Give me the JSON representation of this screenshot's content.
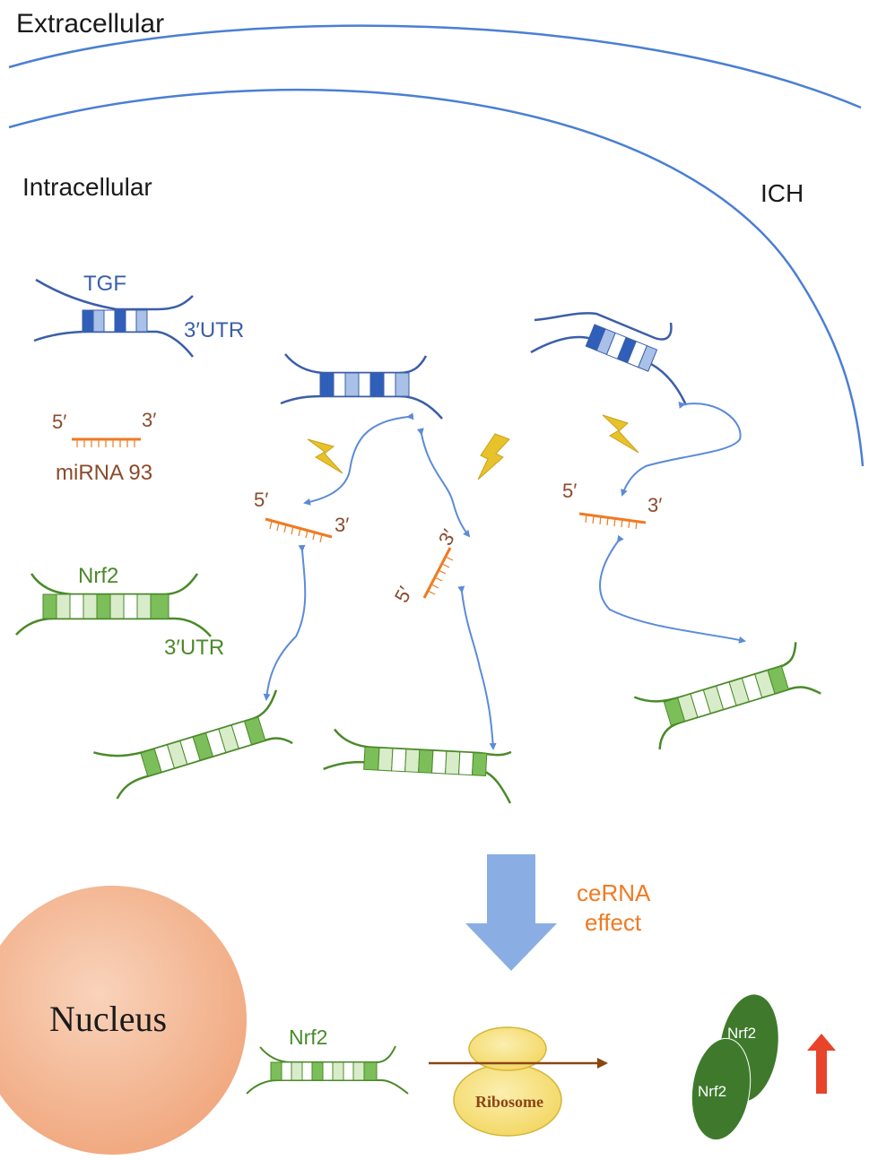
{
  "labels": {
    "extracellular": "Extracellular",
    "intracellular": "Intracellular",
    "ich": "ICH",
    "tgf": "TGF",
    "tgf_utr": "3′UTR",
    "mirna_5": "5′",
    "mirna_3": "3′",
    "mirna_name": "miRNA 93",
    "nrf2": "Nrf2",
    "nrf2_utr": "3′UTR",
    "cerna_line1": "ceRNA",
    "cerna_line2": "effect",
    "nucleus": "Nucleus",
    "nrf2_bottom": "Nrf2",
    "ribosome": "Ribosome",
    "protein_1": "Nrf2",
    "protein_2": "Nrf2"
  },
  "colors": {
    "membrane": "#4a7fd4",
    "tgf_rna": "#3b5ea8",
    "tgf_dark": "#2f5fb8",
    "tgf_light": "#a9c1e8",
    "mirna": "#f07a22",
    "mirna_text": "#8b4a2b",
    "nrf2_rna": "#4a8a2a",
    "nrf2_mid": "#7cbf5a",
    "nrf2_light": "#d9ecc9",
    "arrow": "#5b8bd9",
    "big_arrow": "#8aaee3",
    "lightning": "#e8c22a",
    "cerna_text": "#f07a22",
    "nucleus": "#f2b48f",
    "ribosome": "#f6dc72",
    "translation_arrow": "#8b4513",
    "protein": "#3f7a2c",
    "up_arrow": "#e8442a"
  }
}
